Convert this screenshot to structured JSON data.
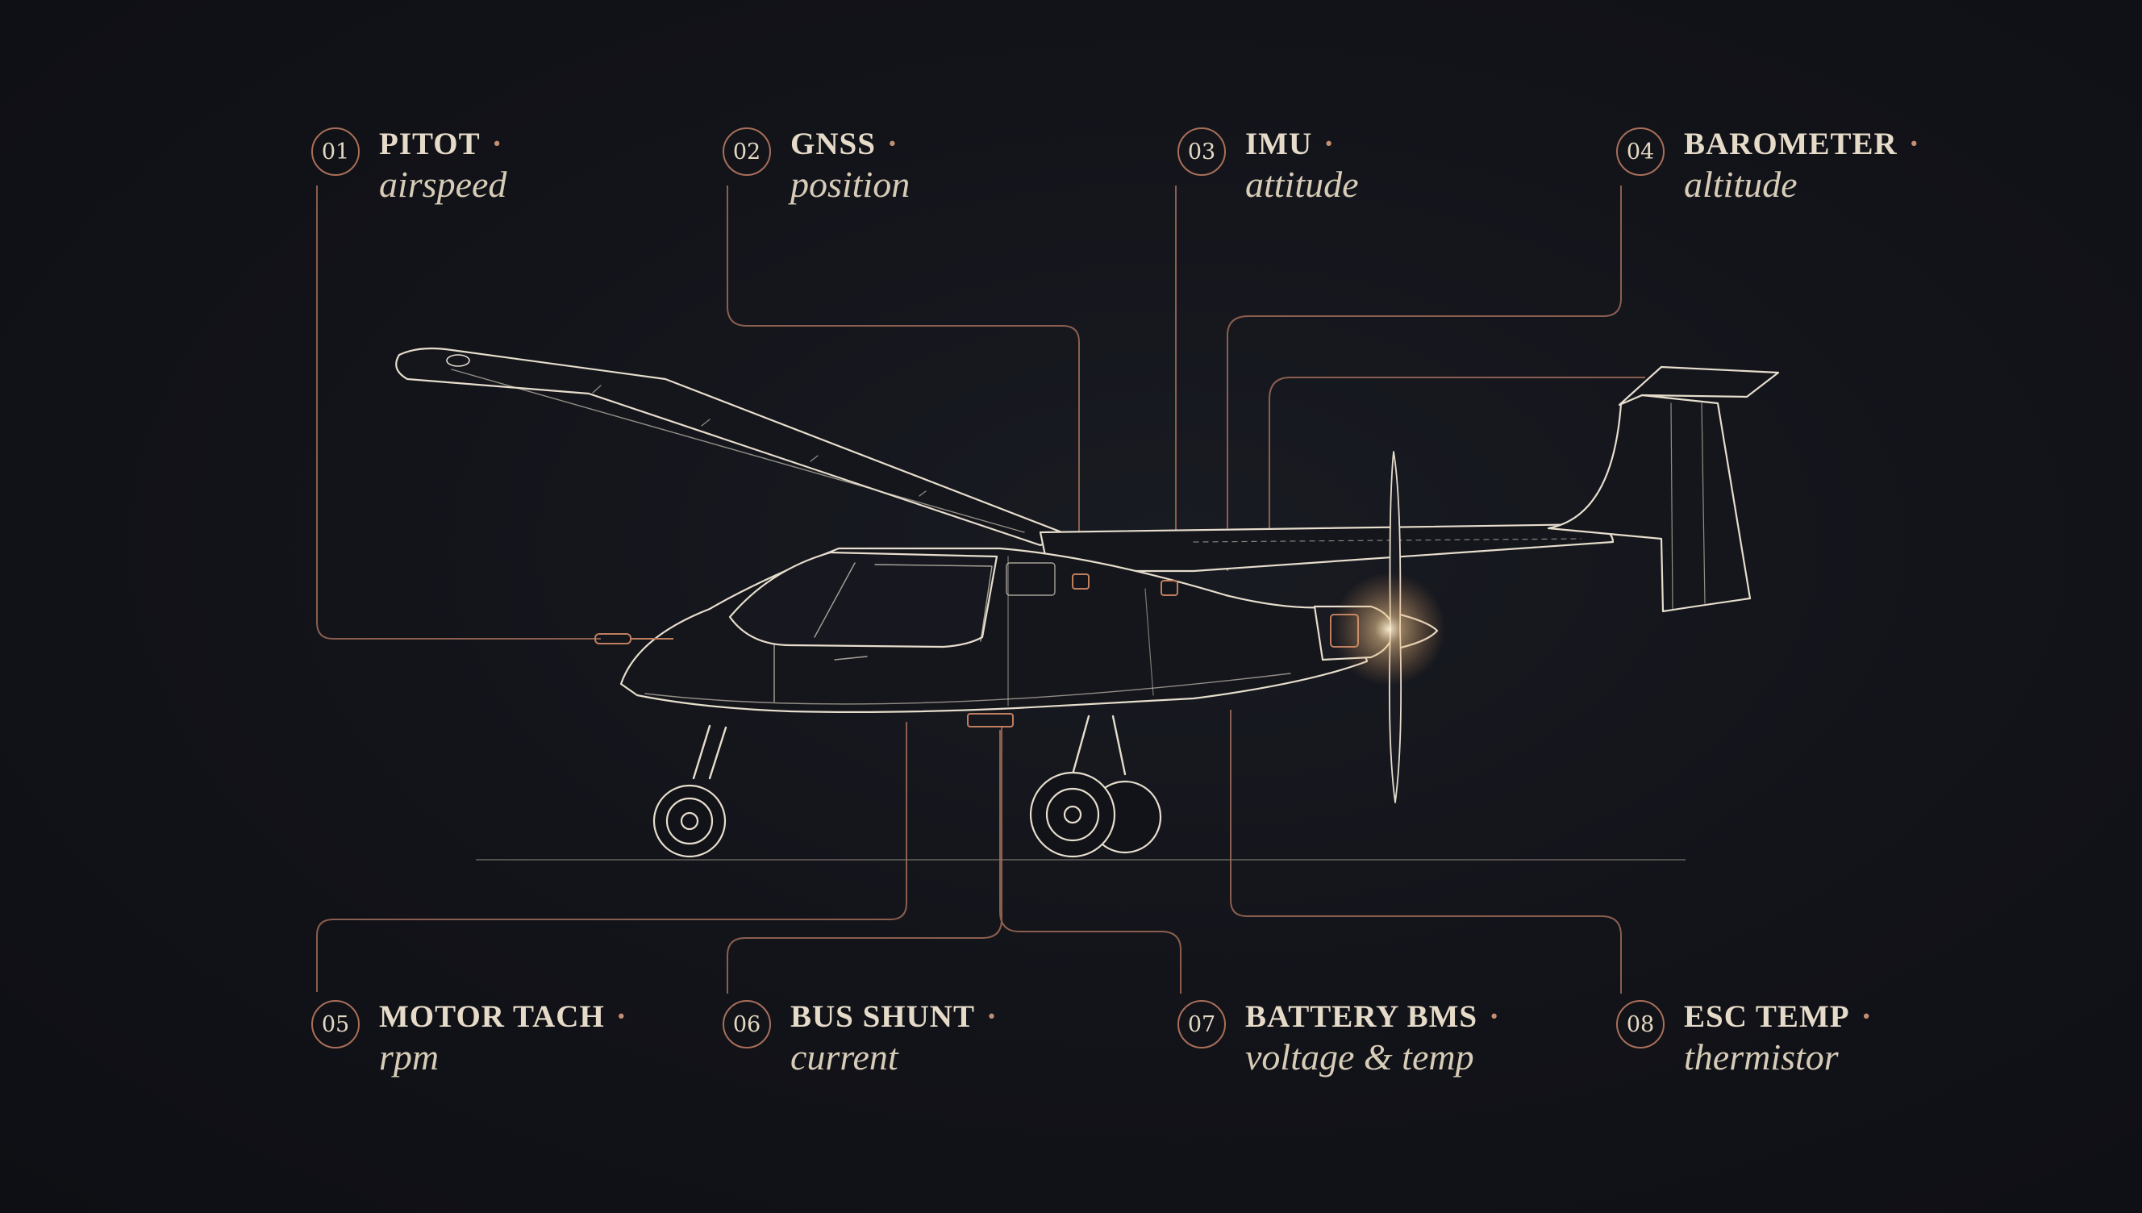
{
  "colors": {
    "background": "#121319",
    "linework": "#e8e0d0",
    "accent": "#b87a5e",
    "glow": "#f3dcb8"
  },
  "sensors": [
    {
      "number": "01",
      "name": "PITOT",
      "measure": "airspeed"
    },
    {
      "number": "02",
      "name": "GNSS",
      "measure": "position"
    },
    {
      "number": "03",
      "name": "IMU",
      "measure": "attitude"
    },
    {
      "number": "04",
      "name": "BAROMETER",
      "measure": "altitude"
    },
    {
      "number": "05",
      "name": "MOTOR TACH",
      "measure": "rpm"
    },
    {
      "number": "06",
      "name": "BUS SHUNT",
      "measure": "current"
    },
    {
      "number": "07",
      "name": "BATTERY BMS",
      "measure": "voltage & temp"
    },
    {
      "number": "08",
      "name": "ESC TEMP",
      "measure": "thermistor"
    }
  ]
}
